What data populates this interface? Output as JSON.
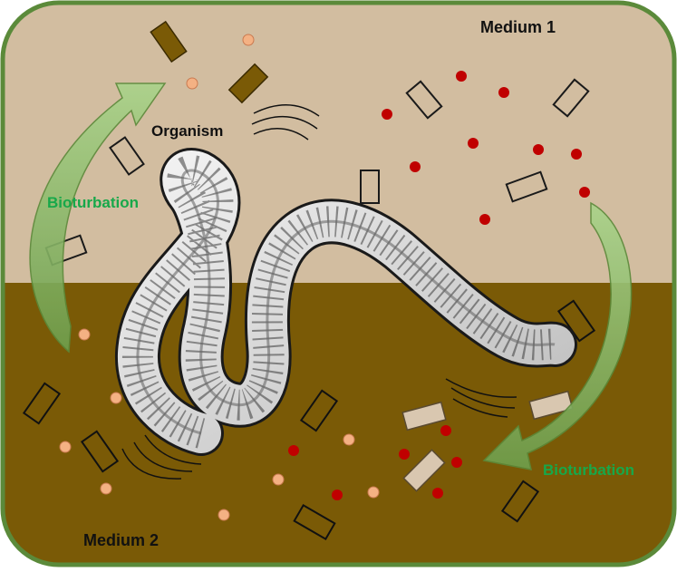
{
  "labels": {
    "medium1": "Medium 1",
    "medium2": "Medium 2",
    "organism": "Organism",
    "bioturbation_left": "Bioturbation",
    "bioturbation_right": "Bioturbation"
  },
  "colors": {
    "medium1_fill": "#d2bda0",
    "medium2_fill": "#7a5a06",
    "border": "#5b8a3a",
    "bioturbation_text": "#17a84a",
    "arrow_fill": "#8fbf6e",
    "red_dot": "#c00000",
    "peach_dot": "#f4b183",
    "brown_block": "#7a5a06",
    "light_block": "#d9c7b0"
  }
}
